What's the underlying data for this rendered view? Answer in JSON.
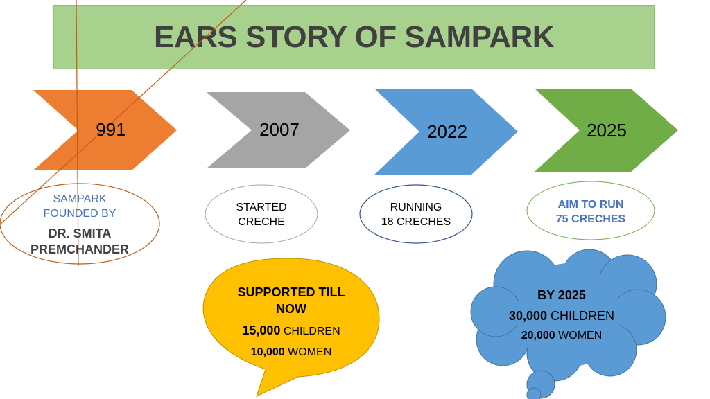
{
  "title": "EARS STORY OF SAMPARK",
  "milestones": [
    {
      "year": "991",
      "color": "#ed7d31",
      "lines": [
        "SAMPARK",
        "FOUNDED BY"
      ],
      "bold_lines": [
        "DR. SMITA",
        "PREMCHANDER"
      ]
    },
    {
      "year": "2007",
      "color": "#a5a5a5",
      "lines": [
        "STARTED",
        "CRECHE"
      ]
    },
    {
      "year": "2022",
      "color": "#5b9bd5",
      "lines": [
        "RUNNING",
        "18 CRECHES"
      ]
    },
    {
      "year": "2025",
      "color": "#70ad47",
      "lines": [
        "AIM TO RUN",
        "75 CRECHES"
      ]
    }
  ],
  "speech_bubble": {
    "heading_1": "SUPPORTED TILL",
    "heading_2": "NOW",
    "children_num": "15,000",
    "children_label": "CHILDREN",
    "women_num": "10,000",
    "women_label": "WOMEN",
    "color": "#ffc000"
  },
  "cloud": {
    "heading": "BY 2025",
    "children_num": "30,000",
    "children_label": "CHILDREN",
    "women_num": "20,000",
    "women_label": "WOMEN",
    "color": "#5b9bd5"
  }
}
